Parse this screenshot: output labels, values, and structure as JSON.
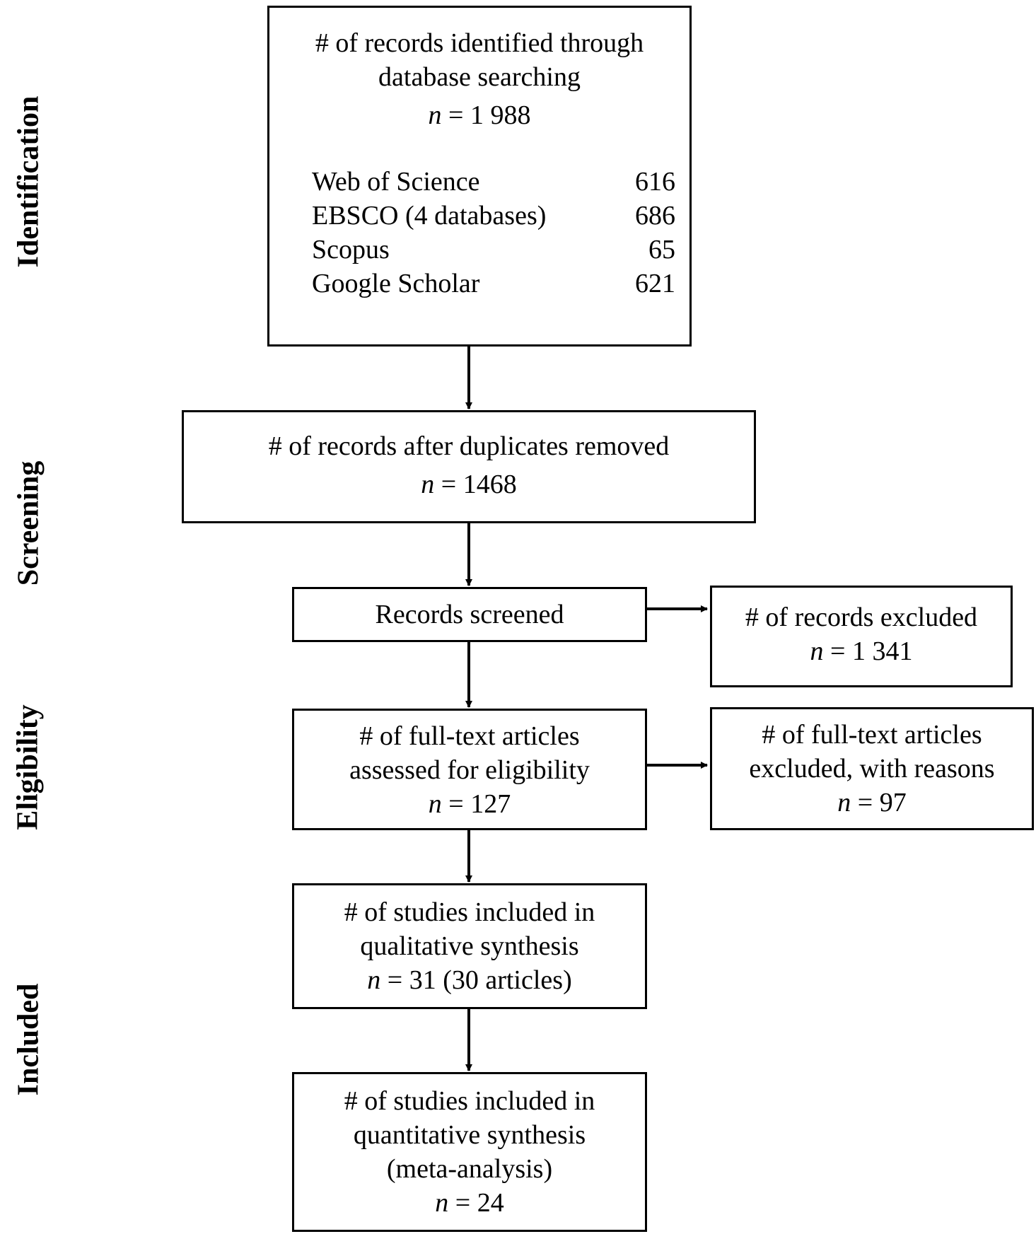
{
  "stages": {
    "identification": "Identification",
    "screening": "Screening",
    "eligibility": "Eligibility",
    "included": "Included"
  },
  "identified": {
    "line1": "# of records identified through",
    "line2": "database searching",
    "n_label": "n",
    "n_value": " = 1 988",
    "databases": [
      {
        "name": "Web of Science",
        "count": "616"
      },
      {
        "name": "EBSCO (4 databases)",
        "count": "686"
      },
      {
        "name": "Scopus",
        "count": "65"
      },
      {
        "name": "Google Scholar",
        "count": "621"
      }
    ]
  },
  "duplicates_removed": {
    "line1": "# of records after duplicates removed",
    "n_label": "n",
    "n_value": " = 1468"
  },
  "screened": {
    "line1": "Records screened"
  },
  "excluded_records": {
    "line1": "# of records excluded",
    "n_label": "n",
    "n_value": " = 1 341"
  },
  "eligibility_assessed": {
    "line1": "# of full-text articles",
    "line2": "assessed for eligibility",
    "n_label": "n",
    "n_value": " = 127"
  },
  "excluded_fulltext": {
    "line1": "# of full-text articles",
    "line2": "excluded, with reasons",
    "n_label": "n",
    "n_value": " = 97"
  },
  "qualitative": {
    "line1": "# of studies included in",
    "line2": "qualitative synthesis",
    "n_label": "n",
    "n_value": " = 31 (30 articles)"
  },
  "quantitative": {
    "line1": "# of studies included in",
    "line2": "quantitative synthesis",
    "line3": "(meta-analysis)",
    "n_label": "n",
    "n_value": " = 24"
  }
}
